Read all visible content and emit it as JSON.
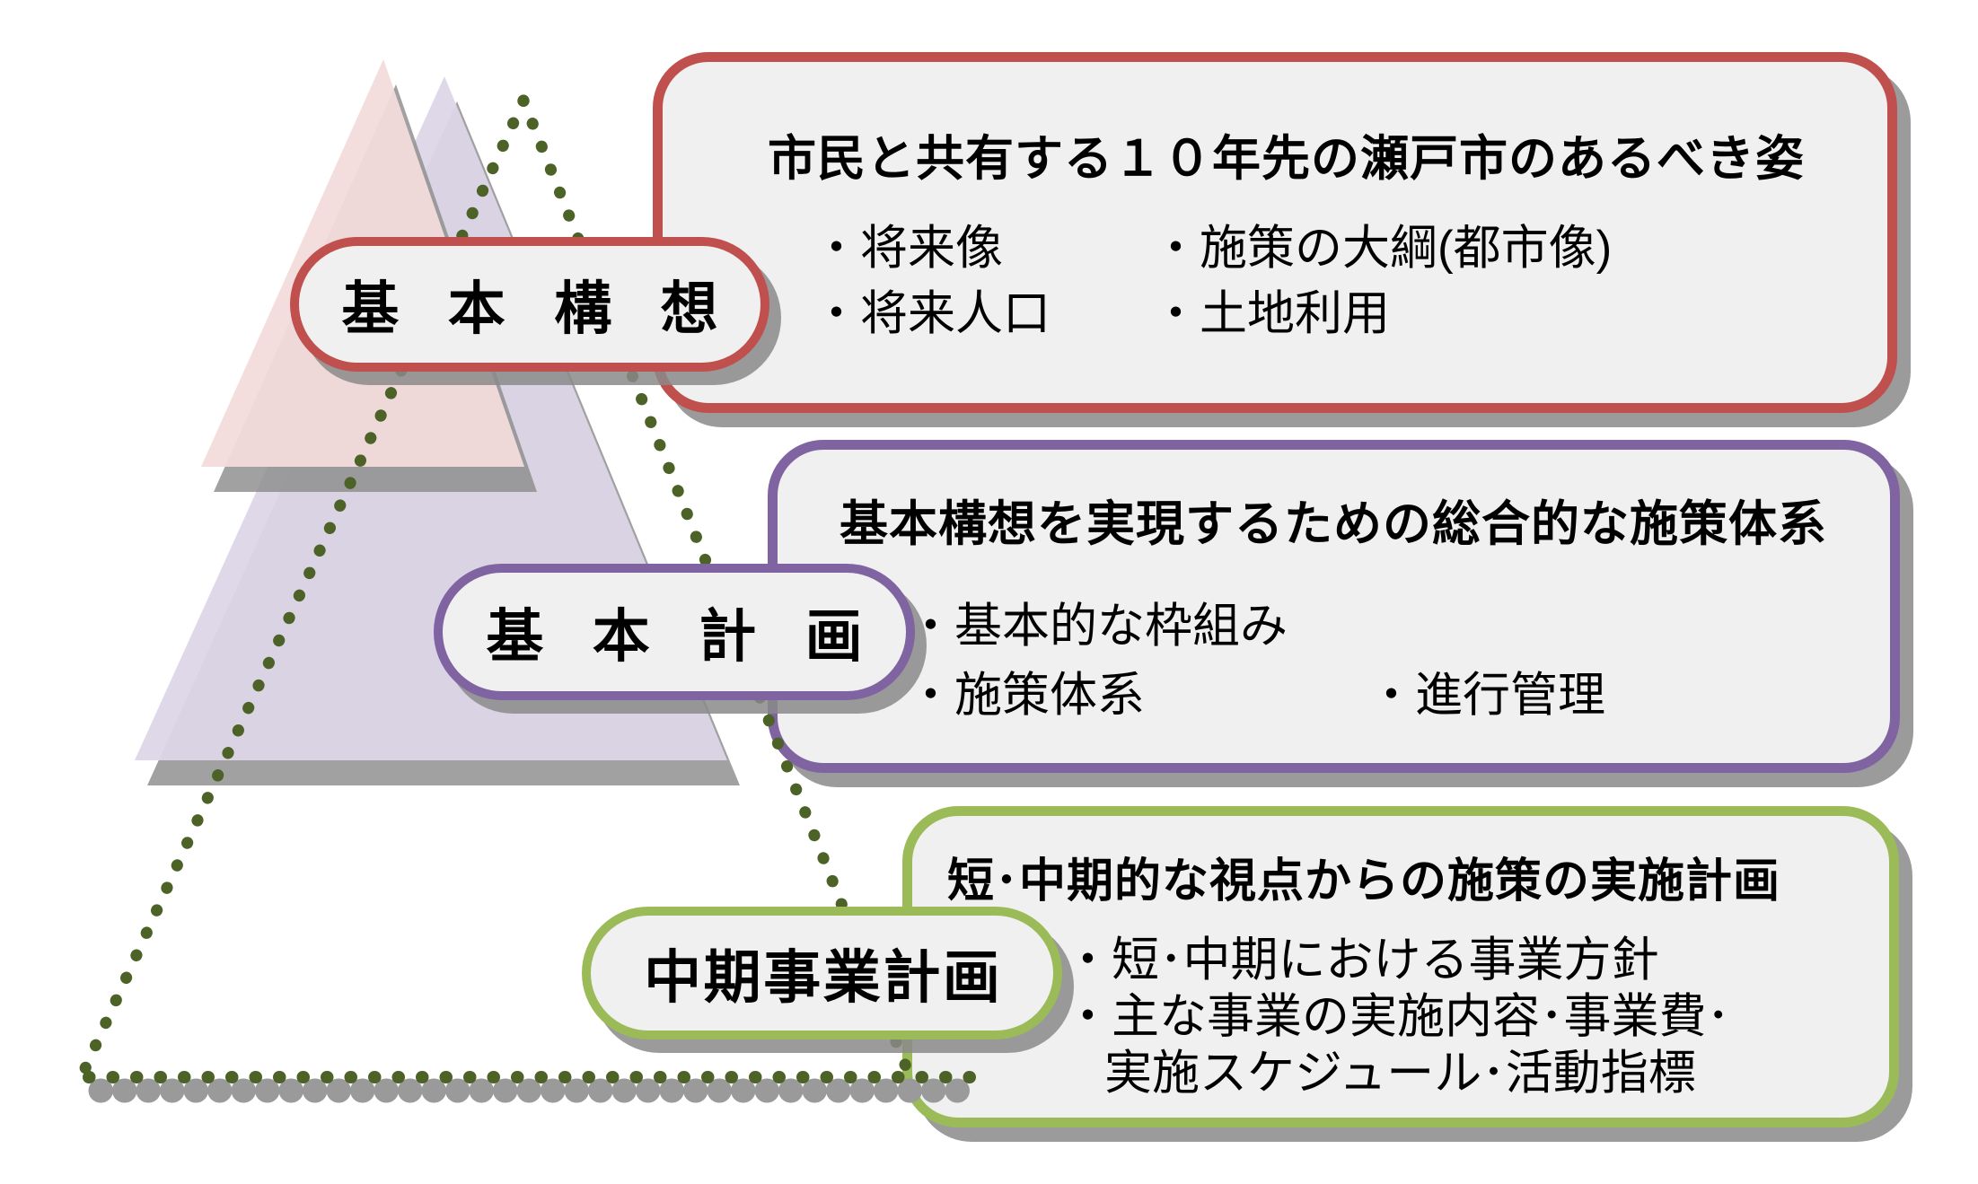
{
  "theme": {
    "accent_red": "#c0504d",
    "accent_purple": "#8064a2",
    "accent_green": "#9bbb59",
    "dot_olive": "#4d6227",
    "box_fill": "#f0f0f0",
    "shadow_gray": "#8c8c8c",
    "triangle_pink": "#f2dcdb",
    "triangle_lavender": "#dcd6e8"
  },
  "levels": [
    {
      "pill_label": "基本構想",
      "heading": "市民と共有する１０年先の瀬戸市のあるべき姿",
      "bullets": [
        "・将来像",
        "・施策の大綱(都市像)",
        "・将来人口",
        "・土地利用"
      ]
    },
    {
      "pill_label": "基本計画",
      "heading": "基本構想を実現するための総合的な施策体系",
      "bullets": [
        "・基本的な枠組み",
        "・施策体系",
        "・進行管理"
      ]
    },
    {
      "pill_label": "中期事業計画",
      "heading": "短･中期的な視点からの施策の実施計画",
      "bullets": [
        "・短･中期における事業方針",
        "・主な事業の実施内容･事業費･",
        "実施スケジュール･活動指標"
      ]
    }
  ]
}
